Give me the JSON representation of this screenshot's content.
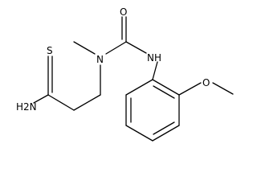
{
  "molecule": {
    "atom_labels": {
      "thioamide_sulfur": "S",
      "amide_nh2": "H2N",
      "urea_oxygen": "O",
      "tertiary_nitrogen": "N",
      "urea_nh": "NH",
      "ether_oxygen": "O"
    }
  },
  "colors": {
    "bond": "#000000",
    "text": "#000000",
    "background": "#ffffff"
  }
}
